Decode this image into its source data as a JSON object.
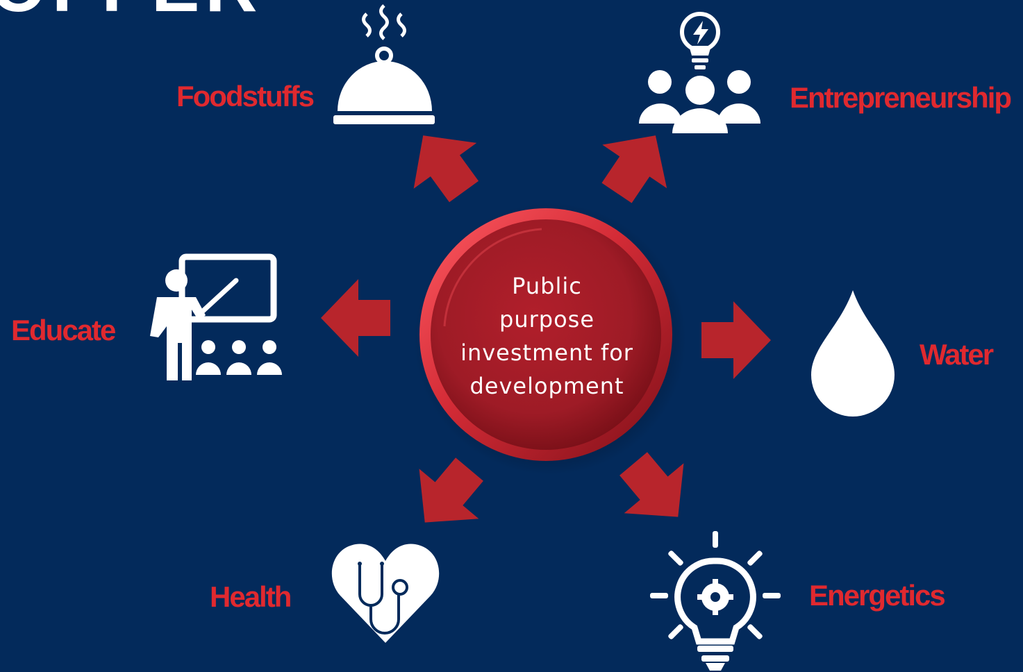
{
  "page": {
    "cropped_heading": "OFFER",
    "colors": {
      "background": "#032a5b",
      "accent": "#e0292f",
      "arrow": "#b8252c",
      "icon": "#ffffff"
    }
  },
  "hub": {
    "lines": [
      "Public",
      "purpose",
      "investment for",
      "development"
    ]
  },
  "nodes": {
    "foodstuffs": {
      "label": "Foodstuffs",
      "icon": "food-cloche-icon"
    },
    "entrepreneurship": {
      "label": "Entrepreneurship",
      "icon": "team-idea-icon"
    },
    "educate": {
      "label": "Educate",
      "icon": "teacher-board-icon"
    },
    "water": {
      "label": "Water",
      "icon": "water-drop-icon"
    },
    "health": {
      "label": "Health",
      "icon": "heart-stethoscope-icon"
    },
    "energetics": {
      "label": "Energetics",
      "icon": "lightbulb-gear-icon"
    }
  }
}
